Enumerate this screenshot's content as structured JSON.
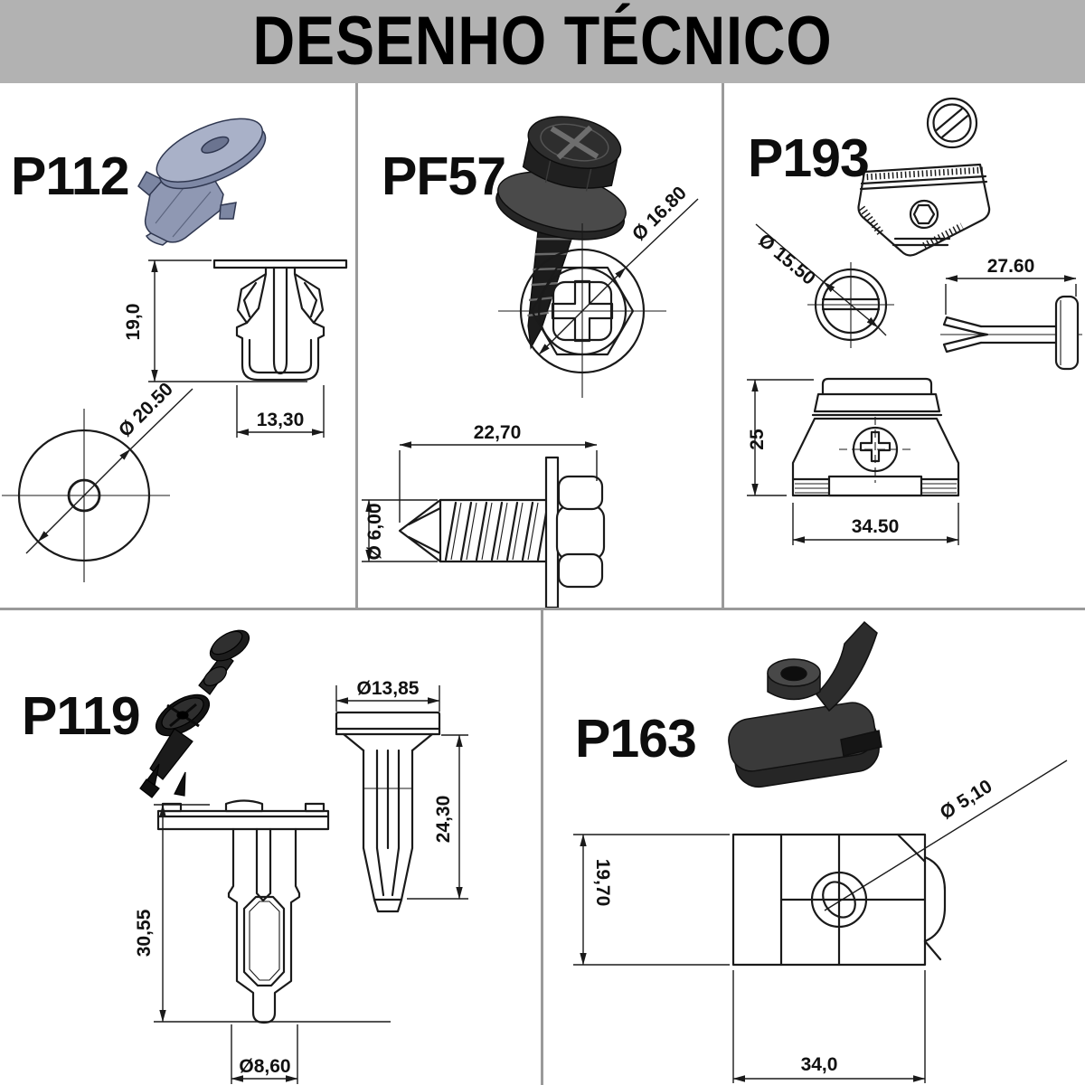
{
  "header": {
    "title": "DESENHO TÉCNICO",
    "background": "#b2b2b2",
    "text_color": "#000000"
  },
  "grid": {
    "divider_color": "#9a9a9a",
    "page_background": "#ffffff",
    "line_color": "#1a1a1a"
  },
  "panels": {
    "p112": {
      "label": "P112",
      "dims": {
        "height": "19,0",
        "body_width": "13,30",
        "head_diameter": "Ø 20.50"
      }
    },
    "pf57": {
      "label": "PF57",
      "dims": {
        "head_diameter": "Ø 16.80",
        "length": "22,70",
        "thread_diameter": "Ø 6,00"
      }
    },
    "p193": {
      "label": "P193",
      "dims": {
        "top_diameter": "Ø 15.50",
        "pin_length": "27.60",
        "front_height": "25",
        "front_width": "34.50"
      }
    },
    "p119": {
      "label": "P119",
      "dims": {
        "head_diameter": "Ø13,85",
        "pin_length": "24,30",
        "body_length": "30,55",
        "shaft_diameter": "Ø8,60"
      }
    },
    "p163": {
      "label": "P163",
      "dims": {
        "hole_diameter": "Ø 5,10",
        "width": "19,70",
        "length": "34,0"
      }
    }
  }
}
